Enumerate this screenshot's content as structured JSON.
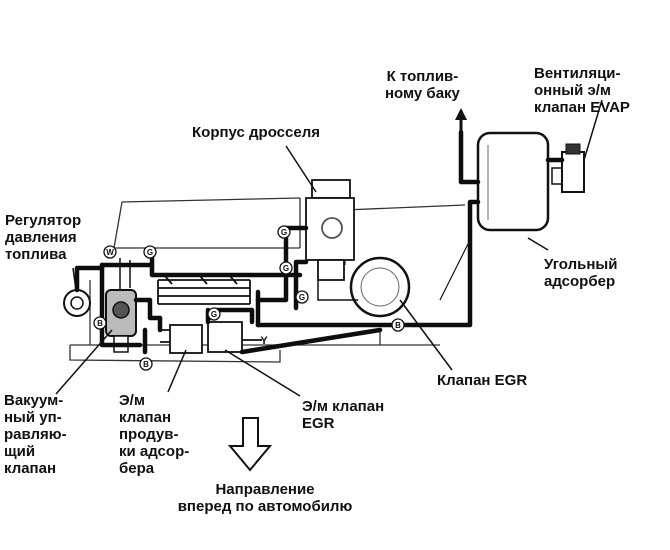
{
  "labels": {
    "to_fuel_tank": [
      "К топлив-",
      "ному баку"
    ],
    "evap_valve": [
      "Вентиляци-",
      "онный э/м",
      "клапан EVAP"
    ],
    "throttle_body": [
      "Корпус дросселя"
    ],
    "fuel_pressure_regulator": [
      "Регулятор",
      "давления",
      "топлива"
    ],
    "charcoal_canister": [
      "Угольный",
      "адсорбер"
    ],
    "egr_valve": [
      "Клапан EGR"
    ],
    "vacuum_control_valve": [
      "Вакуум-",
      "ный уп-",
      "равляю-",
      "щий",
      "клапан"
    ],
    "purge_solenoid": [
      "Э/м",
      "клапан",
      "продув-",
      "ки адсор-",
      "бера"
    ],
    "egr_solenoid": [
      "Э/м клапан",
      "EGR"
    ],
    "forward_direction": [
      "Направление",
      "вперед по автомобилю"
    ]
  },
  "hose_markers": {
    "w": "W",
    "g": "G",
    "b": "B",
    "y": "Y"
  },
  "colors": {
    "ink": "#111111",
    "hose": "#0d0d0d",
    "background": "#ffffff"
  }
}
